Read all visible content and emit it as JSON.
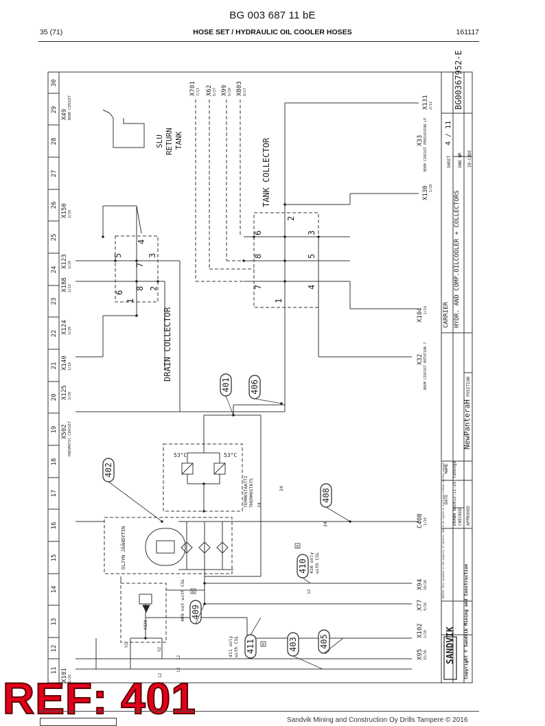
{
  "header": {
    "doc_title": "BG 003 687 11 bE",
    "page_number": "35 (71)",
    "subtitle": "HOSE SET / HYDRAULIC OIL COOLER HOSES",
    "date": "161117"
  },
  "grid": {
    "columns": [
      "30",
      "29",
      "28",
      "27",
      "26",
      "25",
      "24",
      "23",
      "22",
      "21",
      "20",
      "19",
      "18",
      "17",
      "16",
      "15",
      "14",
      "13",
      "12",
      "11"
    ]
  },
  "title_block": {
    "title_line1": "CARRIER",
    "title_line2": "HYDR. AND COMP.OILCOOLER + COLLECTORS",
    "drawing_number": "BG00367952-E",
    "sheet_label": "SHEET",
    "sheet_value": "4 / 11",
    "dwg_label": "DWG NR",
    "ident_label": "ID-CODE",
    "date_label": "DATE",
    "name_label": "NAME",
    "drawn_label": "DRAWN BY",
    "drawn_date": "2013-11-25",
    "drawn_name": "tahonge",
    "checked_label": "CHECKED",
    "approved_label": "APPROVED",
    "project": "NewPanteraH",
    "position_label": "POSITION",
    "brand": "SANDVIK",
    "copyright": "Copyright © Sandvik Mining and Construction",
    "notice": "NOTICE: This document is the property of Sandvik. Not to be copied or disclosed without written consent."
  },
  "labels": {
    "drain_collector": "DRAIN COLLECTOR",
    "tank_collector": "TANK COLLECTOR",
    "slu_line1": "SLU",
    "slu_line2": "RETURN",
    "slu_line3": "TANK",
    "oil_cooler": "OLJYN JÄÄHDYTIN",
    "thermostat_line1": "TERMOSTAATTI",
    "thermostat_line2": "THERMOSTATS",
    "temp_left": "53°C",
    "temp_right": "53°C",
    "valve_code": "Y320",
    "v1": "V1",
    "v2": "V2",
    "note_409": "409 not with CSL",
    "note_410_line1": "410 only",
    "note_410_line2": "with CSL",
    "note_411_line1": "411 only",
    "note_411_line2": "with CSL",
    "box_b": "B"
  },
  "connectors": [
    {
      "id": "X49",
      "ref": "BOOM CIRCUIT"
    },
    {
      "id": "X701",
      "ref": "7/13"
    },
    {
      "id": "X62",
      "ref": "5/27"
    },
    {
      "id": "X99",
      "ref": "6/29"
    },
    {
      "id": "X803",
      "ref": "8/17"
    },
    {
      "id": "X131",
      "ref": "2/12"
    },
    {
      "id": "X33",
      "ref": "BOOM CIRCUIT PERCUSSION LP"
    },
    {
      "id": "X130",
      "ref": "1/26"
    },
    {
      "id": "X150",
      "ref": "2/29"
    },
    {
      "id": "X123",
      "ref": "3/29"
    },
    {
      "id": "X188",
      "ref": "2/12"
    },
    {
      "id": "X124",
      "ref": "3/29"
    },
    {
      "id": "X140",
      "ref": "1/18"
    },
    {
      "id": "X125",
      "ref": "3/29"
    },
    {
      "id": "X502",
      "ref": "PNEUMATIC CIRCUIT"
    },
    {
      "id": "X104",
      "ref": "1/14"
    },
    {
      "id": "X32",
      "ref": "BOOM CIRCUIT ROTATION 7"
    },
    {
      "id": "C408",
      "ref": "1/16"
    },
    {
      "id": "X94",
      "ref": "10/26"
    },
    {
      "id": "X77",
      "ref": "9/26"
    },
    {
      "id": "X102",
      "ref": "1/16"
    },
    {
      "id": "X95",
      "ref": "15/26"
    },
    {
      "id": "X101",
      "ref": "1/26"
    }
  ],
  "hose_tags": [
    "401",
    "406",
    "402",
    "408",
    "410",
    "409",
    "411",
    "403",
    "405"
  ],
  "collector_ports": {
    "drain": [
      "5",
      "4",
      "3",
      "7",
      "6",
      "8",
      "2",
      "1"
    ],
    "tank": [
      "2",
      "6",
      "3",
      "8",
      "5",
      "7",
      "4",
      "1"
    ]
  },
  "wire_numbers": [
    "24",
    "24",
    "12",
    "12",
    "12",
    "12"
  ],
  "reference_stamp": "REF: 401",
  "footer": {
    "text": "Sandvik Mining and Construction Oy Drills Tampere © 2016"
  }
}
